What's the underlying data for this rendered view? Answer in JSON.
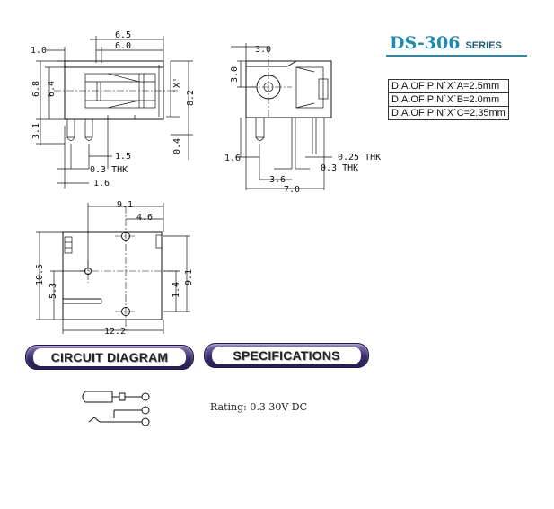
{
  "title": {
    "model": "DS-306",
    "series": "SERIES"
  },
  "pin_table": [
    "DIA.OF PINˋXˋA=2.5mm",
    "DIA.OF PINˋXˋB=2.0mm",
    "DIA.OF PINˋXˋC=2.35mm"
  ],
  "dims": {
    "side_top_outer": "6.5",
    "side_top_inner": "6.0",
    "side_left_top": "1.0",
    "side_h_outer": "6.8",
    "side_h_inner": "6.4",
    "side_left_low": "3.1",
    "side_right_h": "8.2",
    "side_right_low": "0.4",
    "side_pin_pitch": "1.5",
    "side_pin_thk": "0.3 THK",
    "side_bottom": "1.6",
    "side_x_label": "'X'",
    "front_top": "3.0",
    "front_left": "3.0",
    "front_left_low": "1.6",
    "front_thk_right": "0.25 THK",
    "front_thk": "0.3 THK",
    "front_pitch": "3.6",
    "front_width": "7.0",
    "plan_top_outer": "9.1",
    "plan_top_inner": "4.6",
    "plan_left_outer": "10.5",
    "plan_left_inner": "5.3",
    "plan_right_outer": "9.1",
    "plan_right_inner": "1.4",
    "plan_bottom": "12.2"
  },
  "buttons": {
    "circuit": "CIRCUIT DIAGRAM",
    "specs": "SPECIFICATIONS"
  },
  "rating": "Rating: 0.3 30V DC",
  "colors": {
    "title": "#1f8bb3",
    "pill_dark": "#2d2260",
    "pill_light": "#8a78b8"
  }
}
